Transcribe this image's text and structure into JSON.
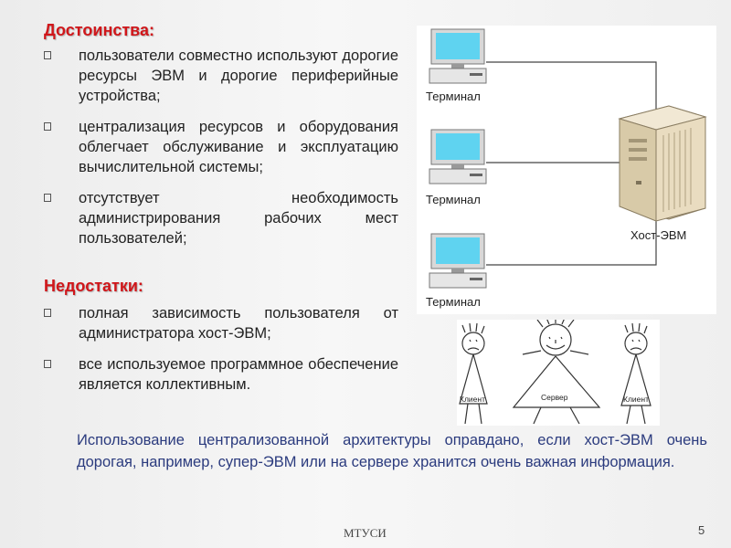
{
  "advantages": {
    "title": "Достоинства:",
    "items": [
      "пользователи совместно используют дорогие ресурсы ЭВМ и дорогие периферийные устройства;",
      "централизация ресурсов и оборудования облегчает обслуживание и эксплуатацию вычислительной системы;",
      "отсутствует необходимость администрирования рабочих мест пользователей;"
    ]
  },
  "disadvantages": {
    "title": "Недостатки:",
    "items": [
      "полная зависимость пользователя от администратора хост-ЭВМ;",
      "все используемое программное обеспечение является коллективным."
    ]
  },
  "diagram": {
    "terminal_label": "Терминал",
    "host_label": "Хост-ЭВМ",
    "colors": {
      "screen": "#5fd3f0",
      "frame": "#888888",
      "line": "#444444",
      "host": "#e9dcc0"
    }
  },
  "people": {
    "client_left": "Клиент",
    "server": "Сервер",
    "client_right": "Клиент"
  },
  "footer": {
    "text": "Использование централизованной архитектуры оправдано, если хост-ЭВМ очень дорогая, например, супер-ЭВМ или на сервере хранится очень важная информация."
  },
  "organization": "МТУСИ",
  "page_number": "5"
}
